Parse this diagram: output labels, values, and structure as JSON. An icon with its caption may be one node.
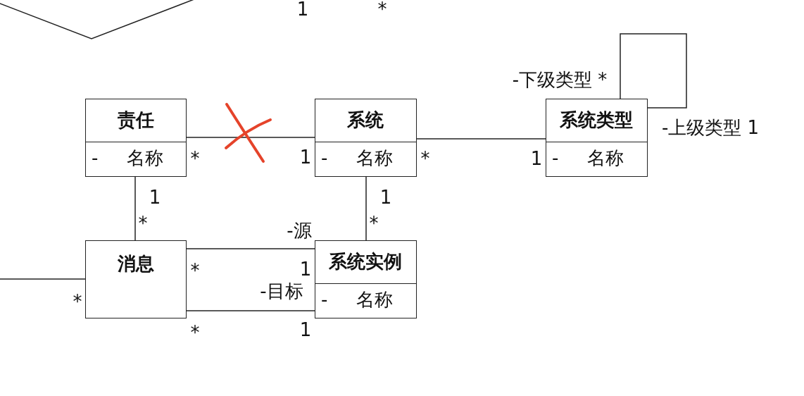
{
  "diagram": {
    "nodes": [
      {
        "text": [],
        "shape": "diamond"
      },
      {
        "text": [
          "责任",
          "-",
          "名称"
        ]
      },
      {
        "text": [
          "系统",
          "-",
          "名称"
        ]
      },
      {
        "text": [
          "系统类型",
          "-",
          "名称"
        ]
      },
      {
        "text": [
          "消息"
        ]
      },
      {
        "text": [
          "系统实例",
          "-",
          "名称"
        ]
      }
    ],
    "edges": [
      {
        "from": 1,
        "to": 2,
        "arrow": "none"
      },
      {
        "from": 2,
        "to": 3,
        "arrow": "none"
      },
      {
        "from": 3,
        "to": 3,
        "arrow": "none"
      },
      {
        "from": 1,
        "to": 4,
        "arrow": "none"
      },
      {
        "from": 2,
        "to": 5,
        "arrow": "none"
      },
      {
        "from": 4,
        "to": 5,
        "arrow": "none"
      },
      {
        "from": 4,
        "to": 5,
        "arrow": "none"
      },
      {
        "from": null,
        "to": 4,
        "arrow": "none"
      }
    ],
    "labels": [
      "1",
      "*",
      "-下级类型 *",
      "-上级类型 1",
      "*",
      "1",
      "*",
      "1",
      "1",
      "1",
      "*",
      "*",
      "-源",
      "*",
      "1",
      "-目标",
      "*",
      "*",
      "1"
    ]
  }
}
